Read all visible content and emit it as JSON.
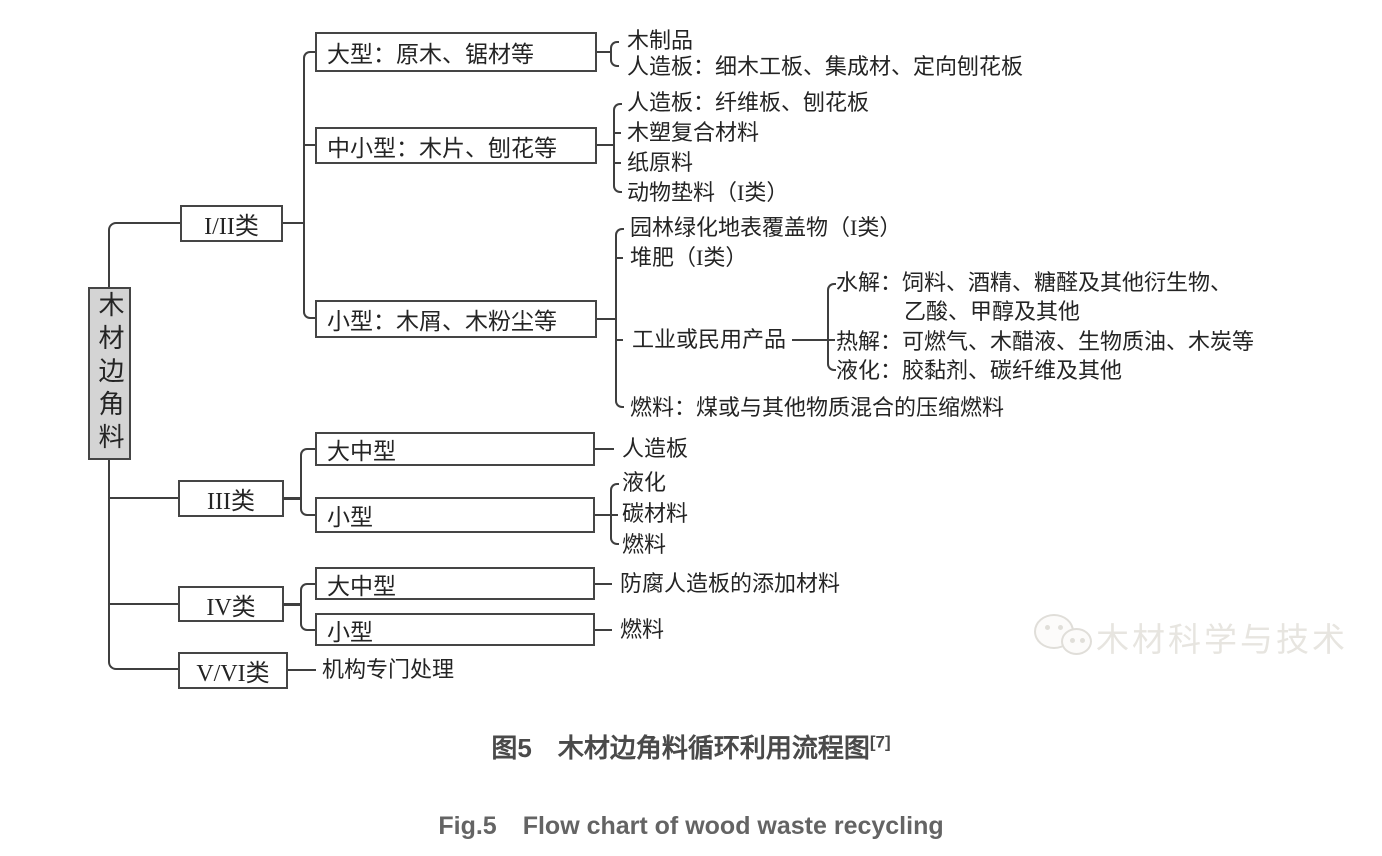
{
  "root": {
    "label": "木材边角料"
  },
  "classes": {
    "c12": "I/II类",
    "c3": "III类",
    "c4": "IV类",
    "c56": "V/VI类"
  },
  "level2": {
    "large": "大型：原木、锯材等",
    "medium_small": "中小型：木片、刨花等",
    "small": "小型：木屑、木粉尘等",
    "c3_large_medium": "大中型",
    "c3_small": "小型",
    "c4_large_medium": "大中型",
    "c4_small": "小型"
  },
  "outputs": {
    "large": [
      "木制品",
      "人造板：细木工板、集成材、定向刨花板"
    ],
    "medium_small": [
      "人造板：纤维板、刨花板",
      "木塑复合材料",
      "纸原料",
      "动物垫料（I类）"
    ],
    "small": [
      "园林绿化地表覆盖物（I类）",
      "堆肥（I类）",
      "工业或民用产品",
      "燃料：煤或与其他物质混合的压缩燃料"
    ],
    "industrial": {
      "hydrolysis_line1": "水解：饲料、酒精、糖醛及其他衍生物、",
      "hydrolysis_line2": "乙酸、甲醇及其他",
      "pyrolysis": "热解：可燃气、木醋液、生物质油、木炭等",
      "liquefaction": "液化：胶黏剂、碳纤维及其他"
    },
    "c3_large_medium": "人造板",
    "c3_small": [
      "液化",
      "碳材料",
      "燃料"
    ],
    "c4_large_medium": "防腐人造板的添加材料",
    "c4_small": "燃料",
    "c56": "机构专门处理"
  },
  "caption": {
    "zh_prefix": "图5",
    "zh_title": "木材边角料循环利用流程图",
    "zh_ref": "[7]",
    "en_prefix": "Fig.5",
    "en_title": "Flow chart of wood waste recycling"
  },
  "watermark": {
    "label": "木材科学与技术",
    "icon": "wechat-logo"
  },
  "colors": {
    "line": "#3f3f3f",
    "box_border": "#454545",
    "root_fill": "#d4d4d4",
    "caption_zh": "#4a4a4a",
    "caption_en": "#646464",
    "watermark": "#e7e5e0"
  }
}
